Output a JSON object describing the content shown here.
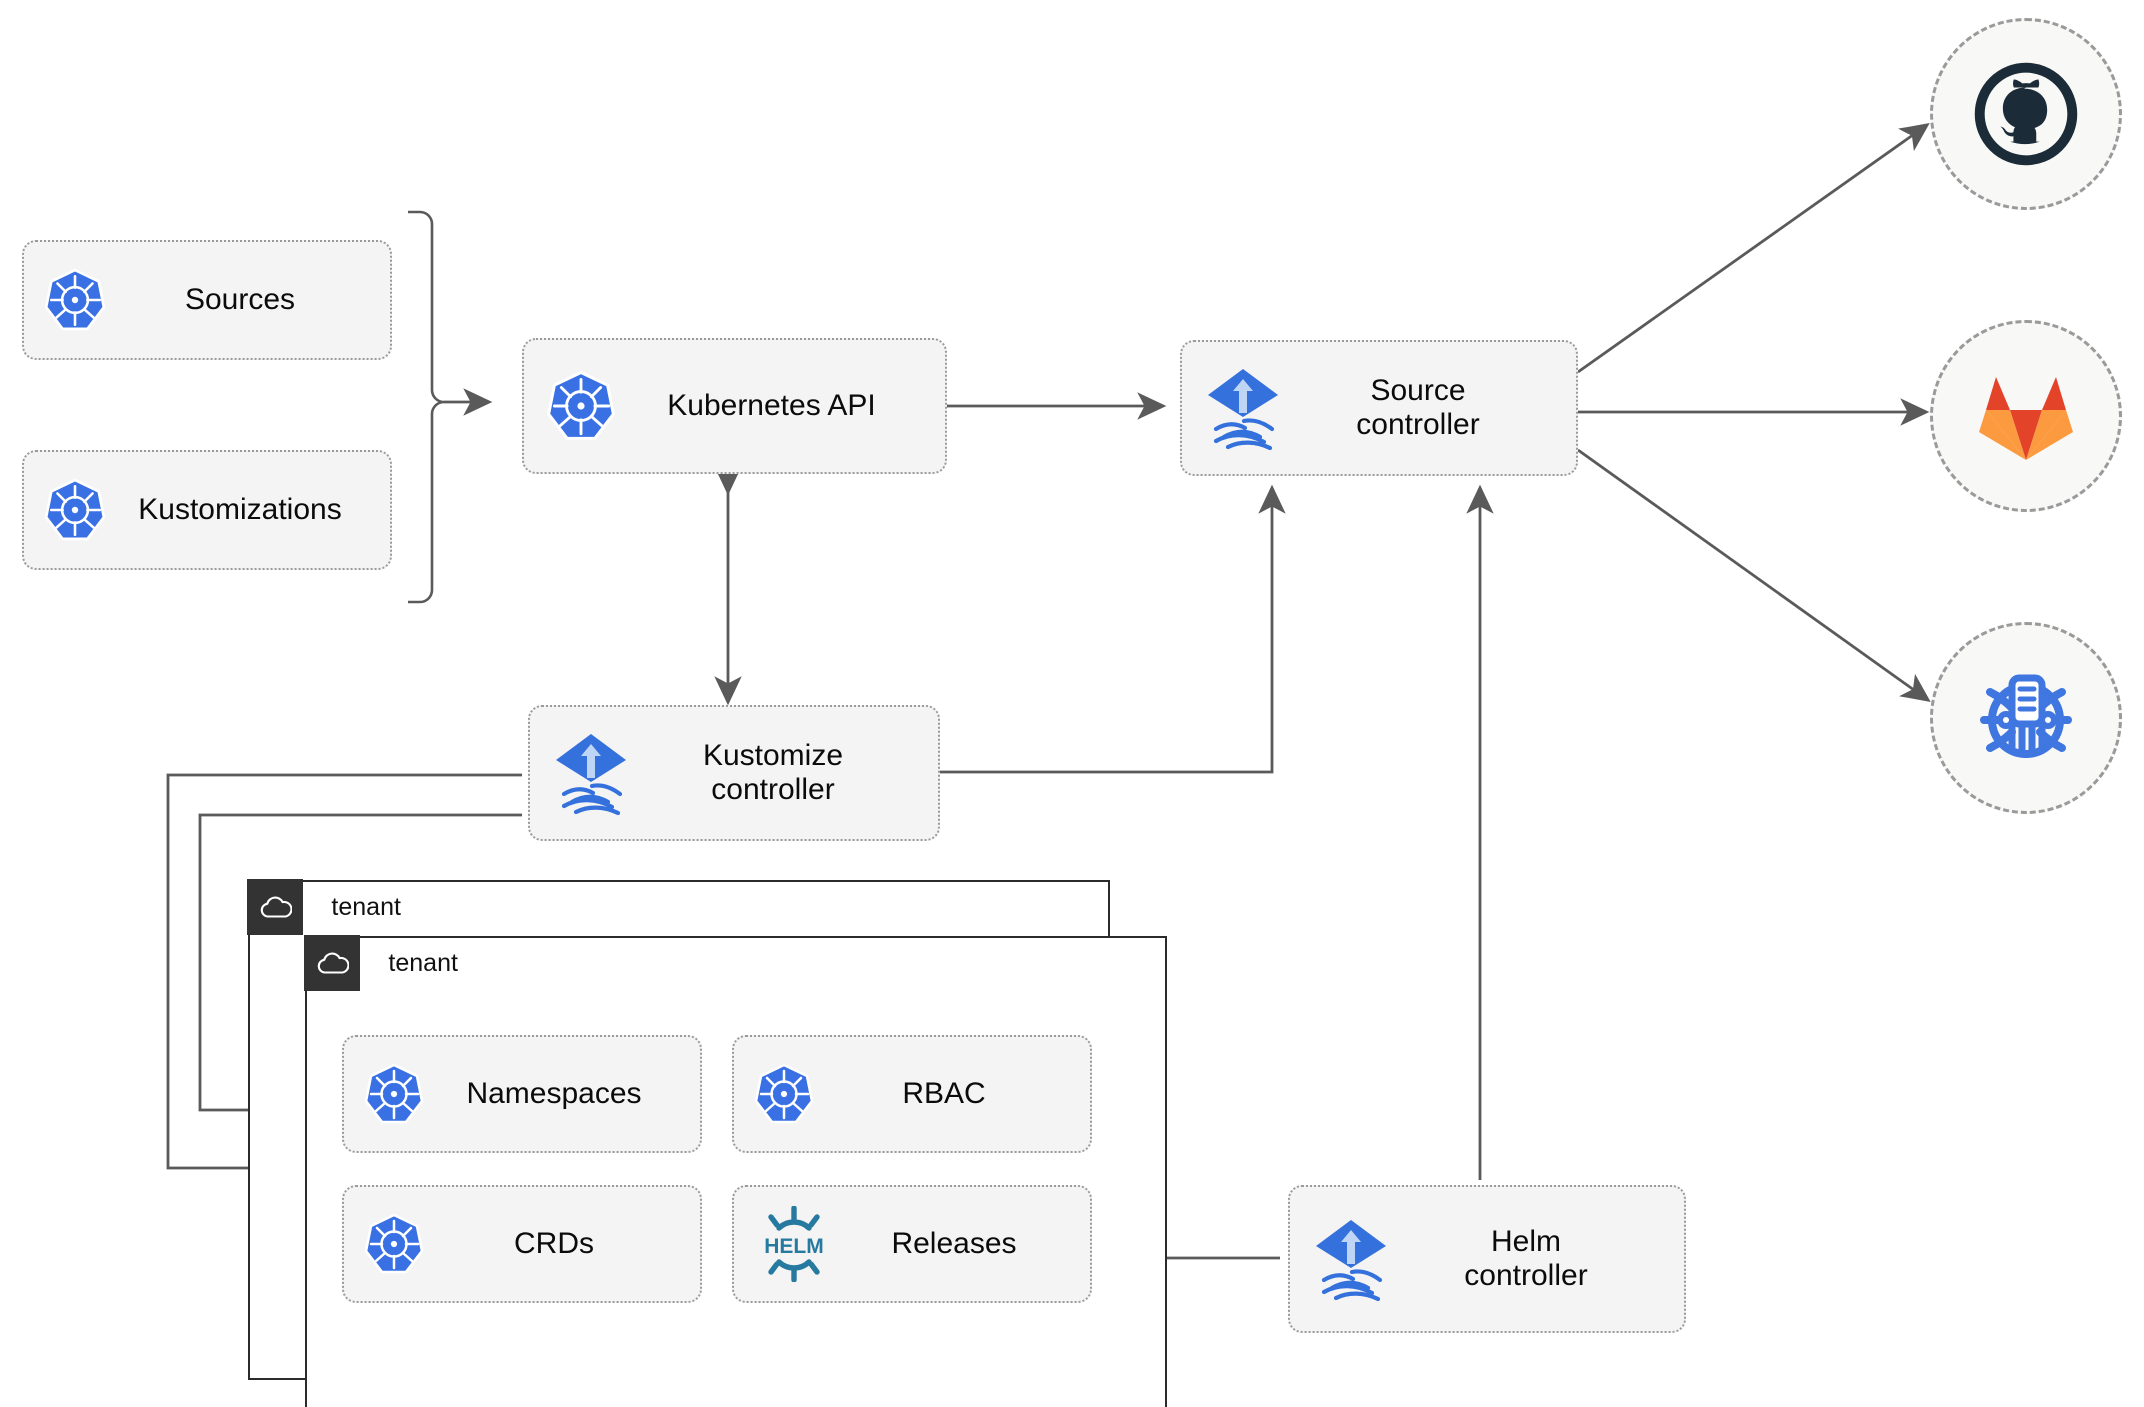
{
  "diagram": {
    "title": "Flux GitOps multi-tenancy architecture",
    "colors": {
      "kubernetes_blue": "#3970E4",
      "flux_blue": "#3471DC",
      "flux_arrow": "#BFD5F5",
      "helm_teal": "#277A9F",
      "github_dark": "#1B2B38",
      "gitlab_orange": "#E24329",
      "gitlab_light_orange": "#FC9A3F",
      "bucket_blue": "#3F76E0",
      "node_fill": "#F4F4F4",
      "node_border": "#9A9A9A",
      "line": "#5A5A5A",
      "tenant_header": "#333333",
      "tenant_border": "#2B2B2B"
    },
    "nodes": [
      {
        "id": "sources",
        "label": "Sources",
        "icon": "kubernetes-icon"
      },
      {
        "id": "kustomizations",
        "label": "Kustomizations",
        "icon": "kubernetes-icon"
      },
      {
        "id": "k8s-api",
        "label": "Kubernetes API",
        "icon": "kubernetes-icon"
      },
      {
        "id": "source-ctrl",
        "label": "Source\ncontroller",
        "icon": "flux-icon"
      },
      {
        "id": "kustomize-ctrl",
        "label": "Kustomize\ncontroller",
        "icon": "flux-icon"
      },
      {
        "id": "helm-ctrl",
        "label": "Helm\ncontroller",
        "icon": "flux-icon"
      },
      {
        "id": "namespaces",
        "label": "Namespaces",
        "icon": "kubernetes-icon"
      },
      {
        "id": "rbac",
        "label": "RBAC",
        "icon": "kubernetes-icon"
      },
      {
        "id": "crds",
        "label": "CRDs",
        "icon": "kubernetes-icon"
      },
      {
        "id": "releases",
        "label": "Releases",
        "icon": "helm-icon"
      }
    ],
    "endpoints": [
      {
        "id": "github",
        "icon": "github-icon"
      },
      {
        "id": "gitlab",
        "icon": "gitlab-icon"
      },
      {
        "id": "bucket",
        "icon": "helm-chart-bucket-icon"
      }
    ],
    "tenants": [
      {
        "id": "tenant-back",
        "label": "tenant",
        "icon": "cloud-icon"
      },
      {
        "id": "tenant-front",
        "label": "tenant",
        "icon": "cloud-icon"
      }
    ],
    "labels": {
      "sources": "Sources",
      "kustomizations": "Kustomizations",
      "k8s_api": "Kubernetes API",
      "source_controller": "Source\ncontroller",
      "kustomize_controller": "Kustomize\ncontroller",
      "helm_controller": "Helm\ncontroller",
      "namespaces": "Namespaces",
      "rbac": "RBAC",
      "crds": "CRDs",
      "releases": "Releases",
      "tenant_back": "tenant",
      "tenant_front": "tenant",
      "helm_wordmark": "HELM"
    },
    "edges": [
      {
        "from": "sources",
        "to": "k8s-api",
        "arrows": "one-way"
      },
      {
        "from": "kustomizations",
        "to": "k8s-api",
        "arrows": "one-way"
      },
      {
        "from": "k8s-api",
        "to": "source-ctrl",
        "arrows": "two-way"
      },
      {
        "from": "k8s-api",
        "to": "kustomize-ctrl",
        "arrows": "two-way"
      },
      {
        "from": "kustomize-ctrl",
        "to": "source-ctrl",
        "arrows": "one-way"
      },
      {
        "from": "helm-ctrl",
        "to": "source-ctrl",
        "arrows": "one-way"
      },
      {
        "from": "source-ctrl",
        "to": "github",
        "arrows": "one-way"
      },
      {
        "from": "source-ctrl",
        "to": "gitlab",
        "arrows": "one-way"
      },
      {
        "from": "source-ctrl",
        "to": "bucket",
        "arrows": "one-way"
      },
      {
        "from": "kustomize-ctrl",
        "to": "tenant-back",
        "arrows": "one-way"
      },
      {
        "from": "kustomize-ctrl",
        "to": "tenant-front",
        "arrows": "one-way"
      },
      {
        "from": "helm-ctrl",
        "to": "releases",
        "arrows": "one-way"
      }
    ]
  }
}
